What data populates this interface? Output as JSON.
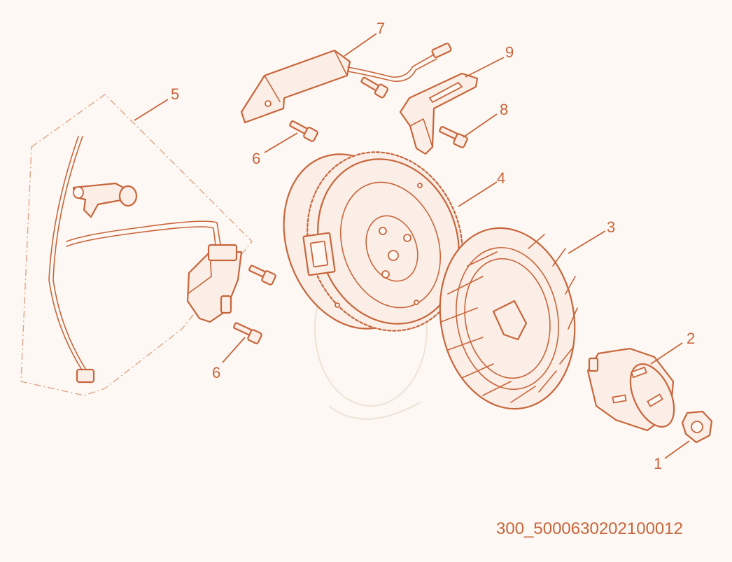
{
  "callouts": {
    "c1": "1",
    "c2": "2",
    "c3": "3",
    "c4": "4",
    "c5": "5",
    "c6a": "6",
    "c6b": "6",
    "c7": "7",
    "c8": "8",
    "c9": "9"
  },
  "diagram_code": "300_5000630202100012",
  "colors": {
    "line": "#c8653b",
    "fill": "#fbeee6",
    "background": "#fdf8f3"
  }
}
